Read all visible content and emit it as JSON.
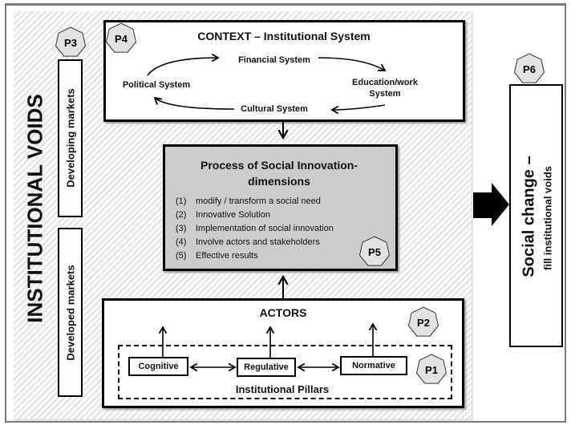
{
  "diagram": {
    "left_title": "INSTITUTIONAL VOIDS",
    "markets": {
      "developing": "Developing markets",
      "developed": "Developed markets"
    },
    "context": {
      "title": "CONTEXT – Institutional System",
      "systems": {
        "financial": "Financial System",
        "political": "Political System",
        "education": [
          "Education/work",
          "System"
        ],
        "cultural": "Cultural System"
      }
    },
    "process": {
      "title": [
        "Process of Social Innovation-",
        "dimensions"
      ],
      "items": [
        {
          "num": "(1)",
          "text": "modify / transform a social need"
        },
        {
          "num": "(2)",
          "text": "Innovative Solution"
        },
        {
          "num": "(3)",
          "text": "Implementation of social innovation"
        },
        {
          "num": "(4)",
          "text": "Involve actors and stakeholders"
        },
        {
          "num": "(5)",
          "text": "Effective results"
        }
      ]
    },
    "actors": {
      "title": "ACTORS",
      "pillars_label": "Institutional Pillars",
      "pillars": [
        "Cognitive",
        "Regulative",
        "Normative"
      ]
    },
    "outcome": {
      "title": "Social change –",
      "subtitle": "fill institutional voids"
    },
    "badges": {
      "p1": "P1",
      "p2": "P2",
      "p3": "P3",
      "p4": "P4",
      "p5": "P5",
      "p6": "P6"
    },
    "colors": {
      "badge_fill": "#e2e2e2",
      "process_fill": "#cccccc",
      "frame_border": "#7a7a7a"
    }
  }
}
